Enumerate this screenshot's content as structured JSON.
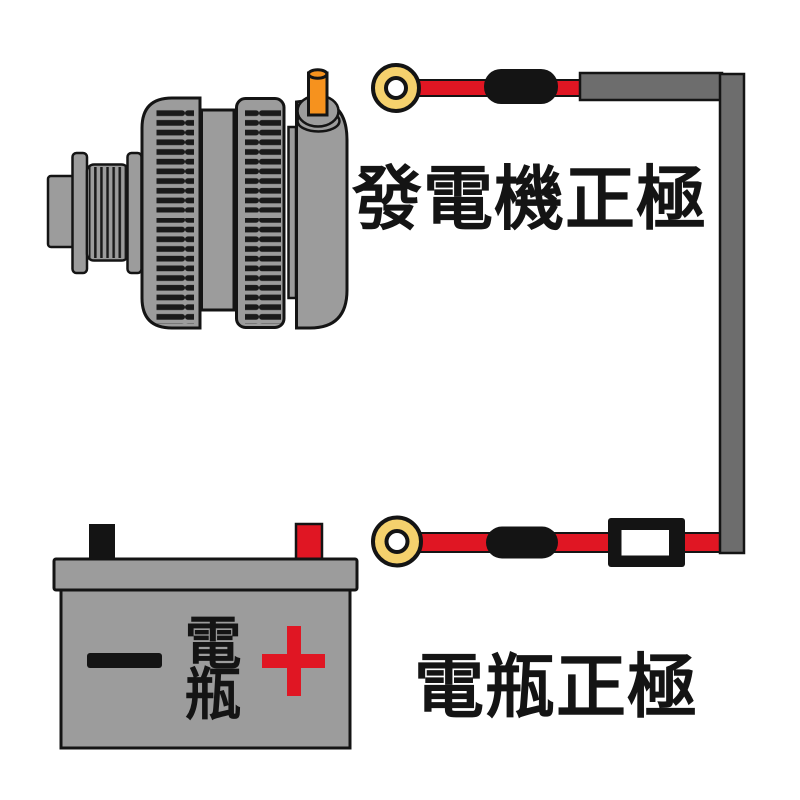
{
  "diagram": {
    "type": "automotive-wiring-diagram",
    "background": "#ffffff",
    "labels": {
      "alternator_terminal": "發電機正極",
      "battery_terminal": "電瓶正極",
      "battery_name_top": "電",
      "battery_name_bottom": "瓶"
    },
    "colors": {
      "machine_gray": "#9c9c9c",
      "bar_gray": "#6d6d6d",
      "wire_red": "#e01623",
      "ring_yellow": "#f5d16d",
      "post_orange": "#f6921e",
      "outline_black": "#141414",
      "hole_white": "#ffffff",
      "background": "#ffffff"
    }
  }
}
